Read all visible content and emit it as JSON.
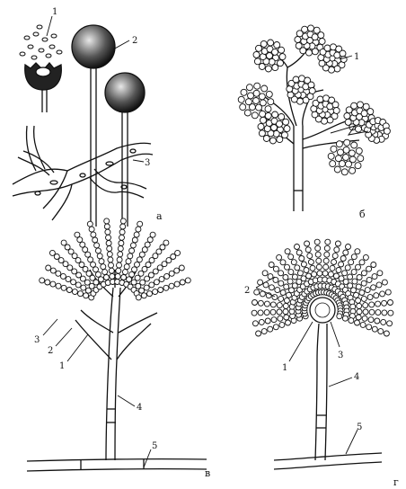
{
  "panels": [
    {
      "id": "a",
      "letter": "а",
      "labels": [
        "1",
        "2",
        "3"
      ]
    },
    {
      "id": "b",
      "letter": "б",
      "labels": [
        "1"
      ]
    },
    {
      "id": "v",
      "letter": "в",
      "labels": [
        "3",
        "2",
        "1",
        "4",
        "5"
      ]
    },
    {
      "id": "g",
      "letter": "г",
      "labels": [
        "2",
        "1",
        "3",
        "4",
        "5"
      ]
    }
  ]
}
